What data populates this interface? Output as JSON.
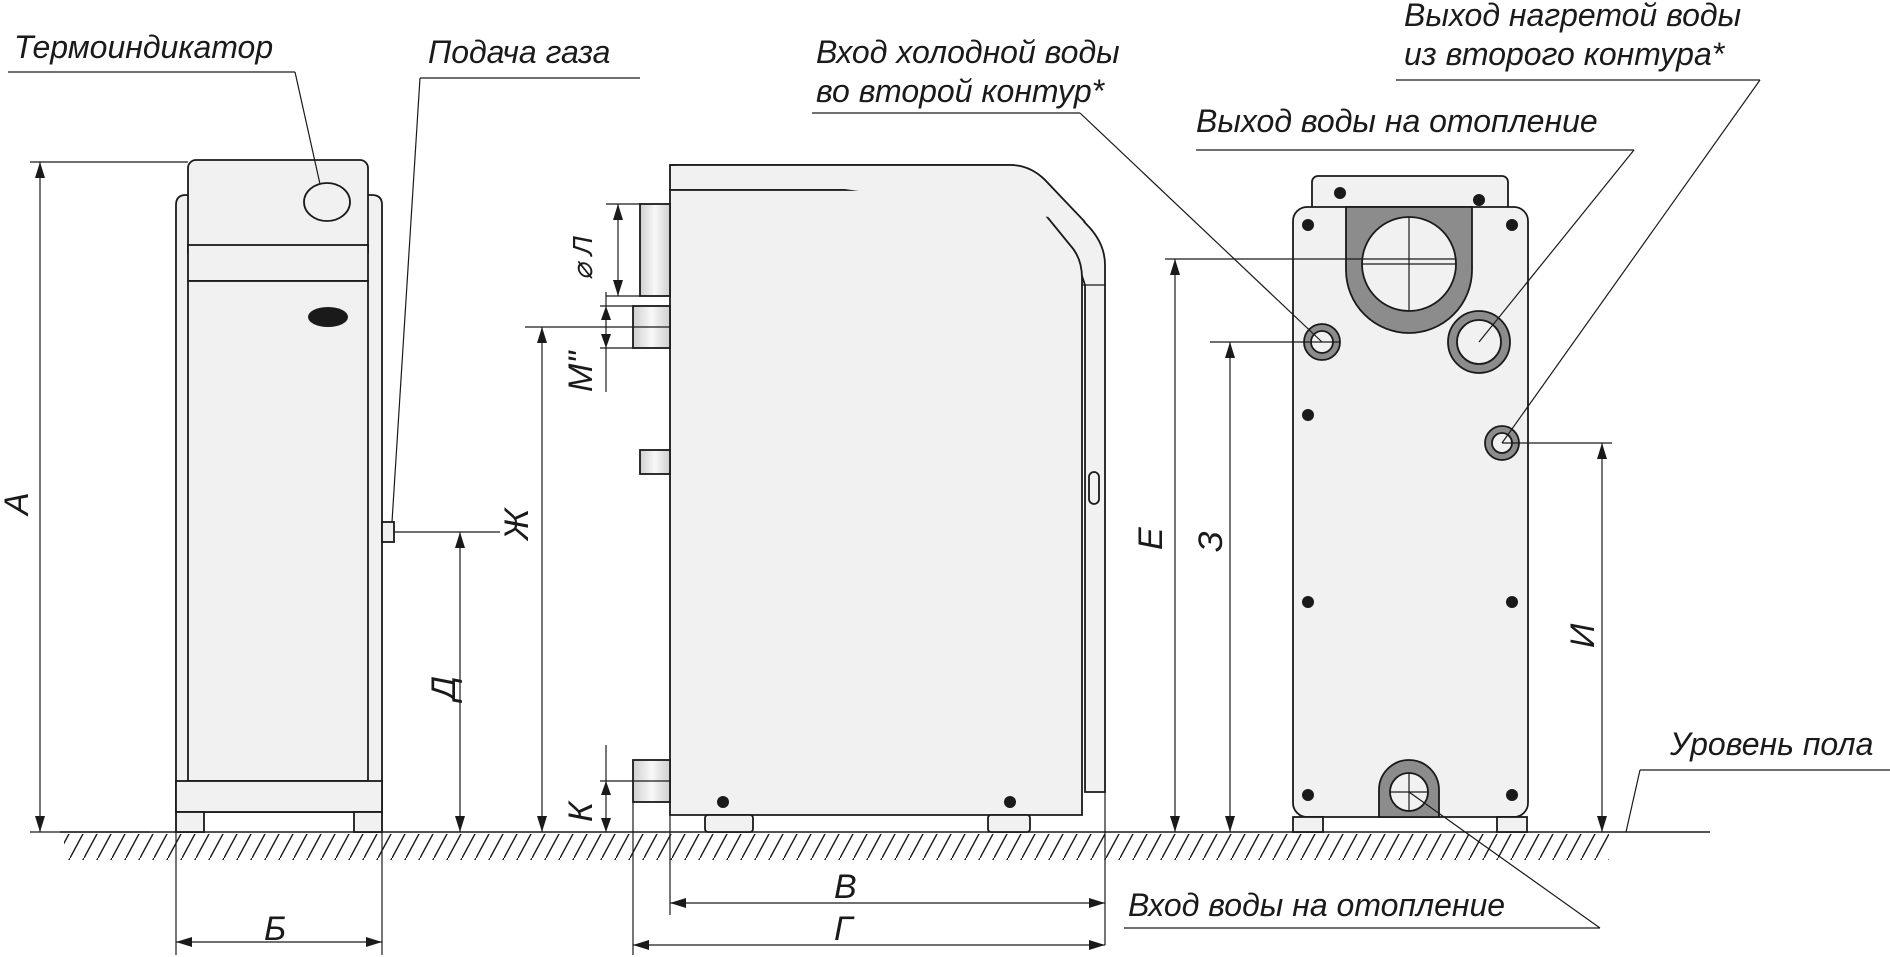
{
  "labels": {
    "thermoindicator": "Термоиндикатор",
    "gas_supply": "Подача газа",
    "cold_water_in_1": "Вход холодной воды",
    "cold_water_in_2": "во второй контур*",
    "heated_water_out_1": "Выход нагретой воды",
    "heated_water_out_2": "из второго контура*",
    "heating_water_out": "Выход воды на отопление",
    "floor_level": "Уровень пола",
    "heating_water_in": "Вход воды на отопление"
  },
  "dimensions": {
    "A": "А",
    "B": "Б",
    "V": "В",
    "G": "Г",
    "D": "Д",
    "E": "Е",
    "Zh": "Ж",
    "Z": "З",
    "I": "И",
    "K": "К",
    "L": "⌀ Л",
    "M": "М\""
  }
}
